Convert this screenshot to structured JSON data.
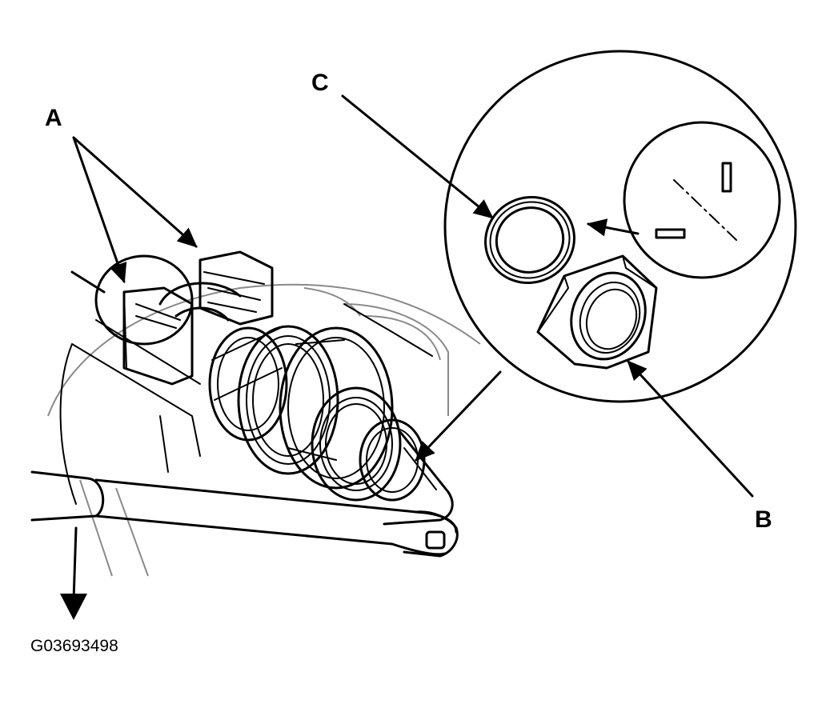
{
  "labels": {
    "a": "A",
    "b": "B",
    "c": "C"
  },
  "figure_code": "G03693498",
  "colors": {
    "ink": "#000000",
    "background": "#ffffff",
    "shading": "#8a8a8a"
  }
}
